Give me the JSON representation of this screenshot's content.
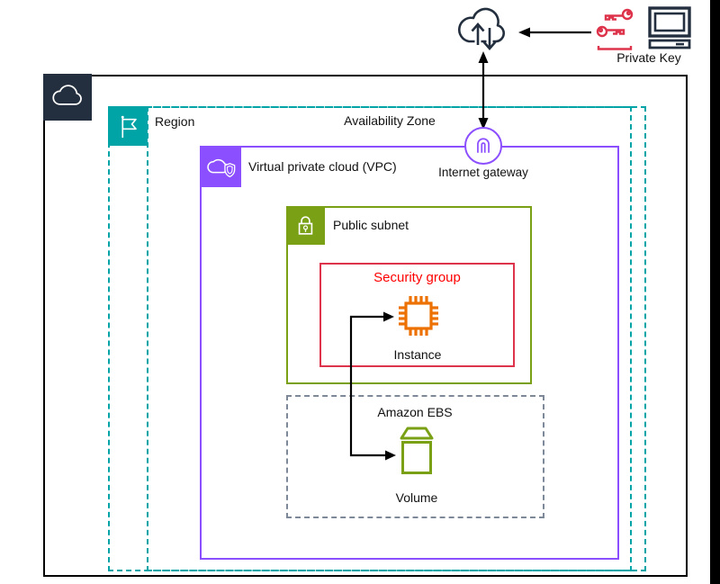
{
  "nodes": {
    "region": {
      "label": "Region"
    },
    "availability_zone": {
      "label": "Availability Zone"
    },
    "vpc": {
      "label": "Virtual private cloud (VPC)"
    },
    "internet_gateway": {
      "label": "Internet gateway"
    },
    "public_subnet": {
      "label": "Public subnet"
    },
    "security_group": {
      "label": "Security group"
    },
    "instance": {
      "label": "Instance"
    },
    "amazon_ebs": {
      "label": "Amazon EBS"
    },
    "volume": {
      "label": "Volume"
    },
    "private_key": {
      "label": "Private Key"
    }
  },
  "colors": {
    "region_teal": "#00A4A6",
    "vpc_purple": "#8C4FFF",
    "subnet_green": "#7AA116",
    "security_group_red": "#DD344C",
    "security_group_text": "#FF0000",
    "instance_orange": "#ED7100",
    "ebs_slate": "#7D8998",
    "aws_navy": "#232F3E",
    "line_black": "#000000"
  },
  "icons": {
    "aws_cloud": "aws-cloud-icon",
    "region_flag": "region-flag-icon",
    "vpc_shield_cloud": "vpc-cloud-shield-icon",
    "internet_gateway": "internet-gateway-icon",
    "public_subnet_lock": "open-lock-icon",
    "instance_chip": "ec2-chip-icon",
    "ebs_volume": "volume-box-icon",
    "internet": "cloud-updown-arrows-icon",
    "private_key": "red-keys-icon",
    "client_computer": "monitor-icon"
  }
}
